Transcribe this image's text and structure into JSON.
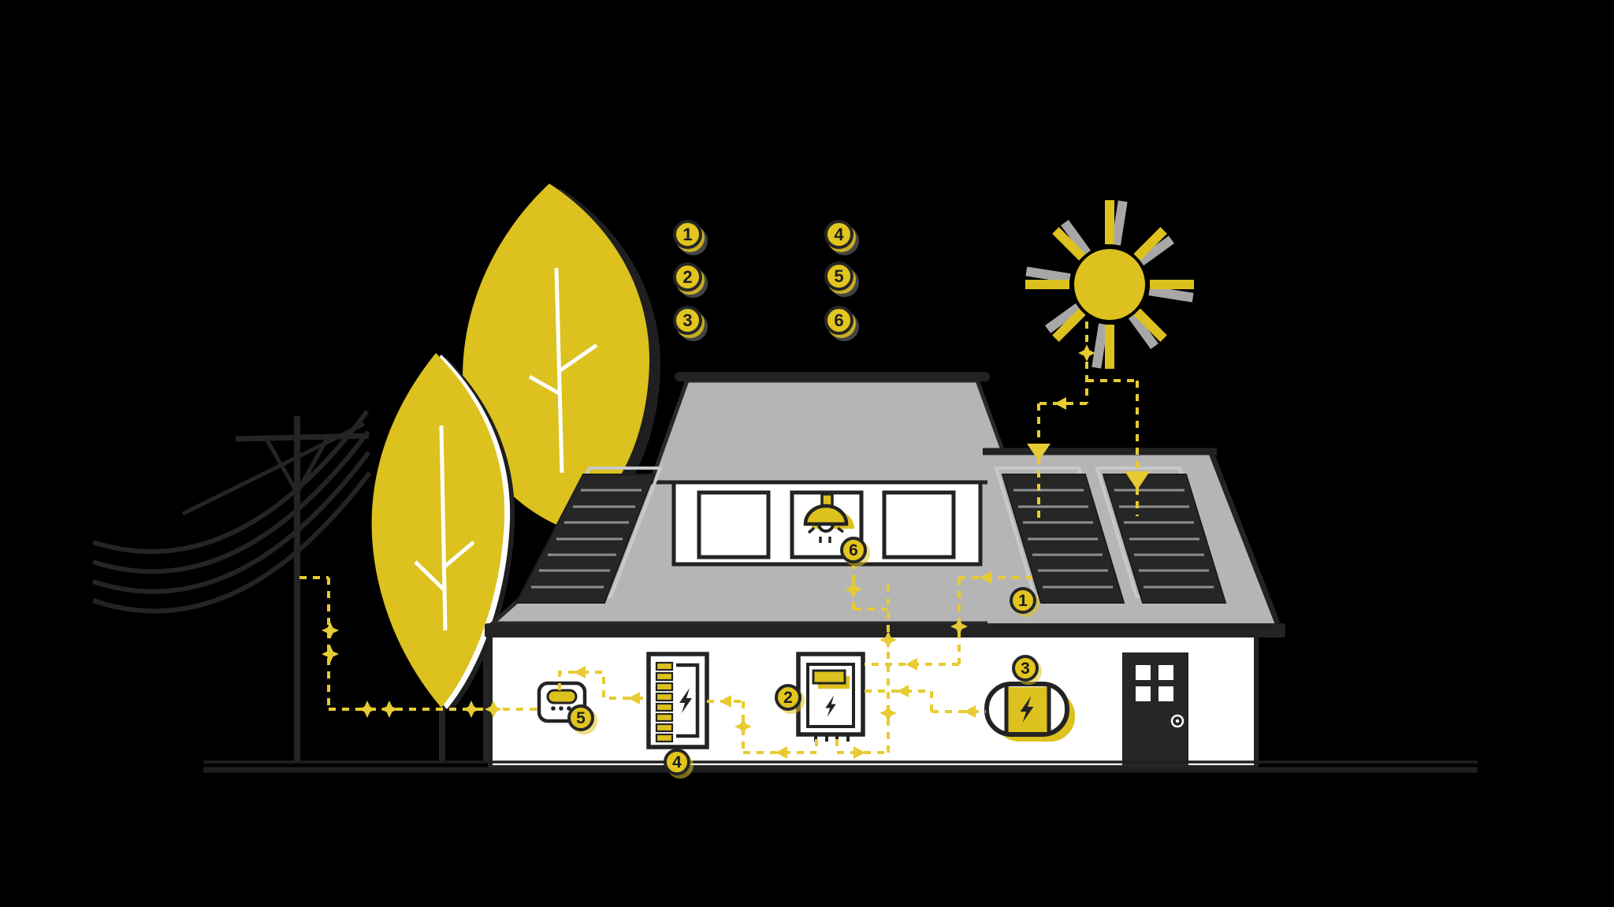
{
  "palette": {
    "background": "#000000",
    "ink": "#232323",
    "roof_grey": "#b5b5b5",
    "panel_dark": "#262626",
    "panel_stripe_grey": "#8f8f8f",
    "accent_yellow": "#dcc11f",
    "badge_yellow": "#e2c51e",
    "wire_yellow": "#e7cb33",
    "white": "#ffffff"
  },
  "legend": {
    "items": [
      {
        "number": "1"
      },
      {
        "number": "2"
      },
      {
        "number": "3"
      },
      {
        "number": "4"
      },
      {
        "number": "5"
      },
      {
        "number": "6"
      }
    ]
  },
  "markers": [
    {
      "number": "1",
      "icon": "solar-panel-array-icon"
    },
    {
      "number": "2",
      "icon": "inverter-icon"
    },
    {
      "number": "3",
      "icon": "portable-battery-icon"
    },
    {
      "number": "4",
      "icon": "home-battery-icon"
    },
    {
      "number": "5",
      "icon": "smart-meter-icon"
    },
    {
      "number": "6",
      "icon": "pendant-light-icon"
    }
  ]
}
